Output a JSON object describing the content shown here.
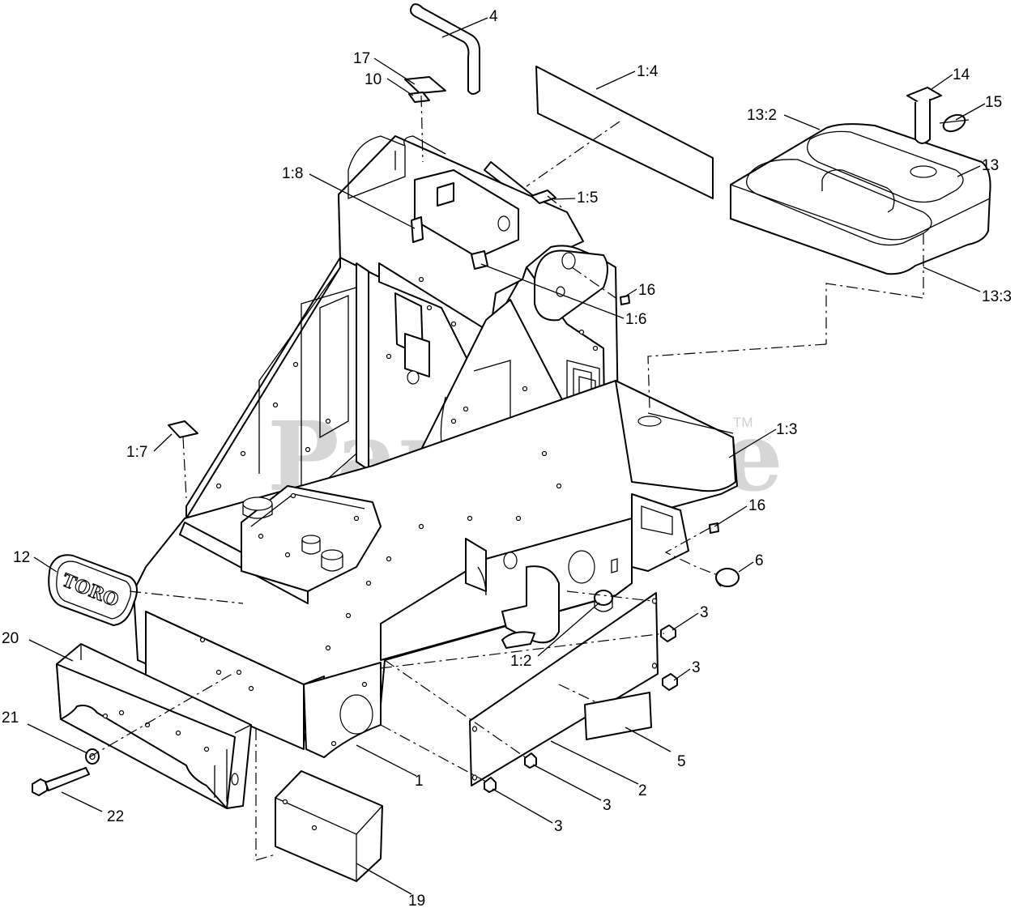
{
  "watermark": {
    "text": "PartsTree",
    "tm": "TM"
  },
  "logo_text": "TORO",
  "callouts": [
    {
      "text": "4"
    },
    {
      "text": "17"
    },
    {
      "text": "10"
    },
    {
      "text": "1:4"
    },
    {
      "text": "14"
    },
    {
      "text": "15"
    },
    {
      "text": "13:2"
    },
    {
      "text": "13"
    },
    {
      "text": "1:8"
    },
    {
      "text": "1:5"
    },
    {
      "text": "16"
    },
    {
      "text": "13:3"
    },
    {
      "text": "1:6"
    },
    {
      "text": "1:7"
    },
    {
      "text": "1:3"
    },
    {
      "text": "16"
    },
    {
      "text": "12"
    },
    {
      "text": "6"
    },
    {
      "text": "20"
    },
    {
      "text": "3"
    },
    {
      "text": "1:2"
    },
    {
      "text": "3"
    },
    {
      "text": "21"
    },
    {
      "text": "5"
    },
    {
      "text": "1"
    },
    {
      "text": "2"
    },
    {
      "text": "3"
    },
    {
      "text": "22"
    },
    {
      "text": "3"
    },
    {
      "text": "19"
    }
  ]
}
